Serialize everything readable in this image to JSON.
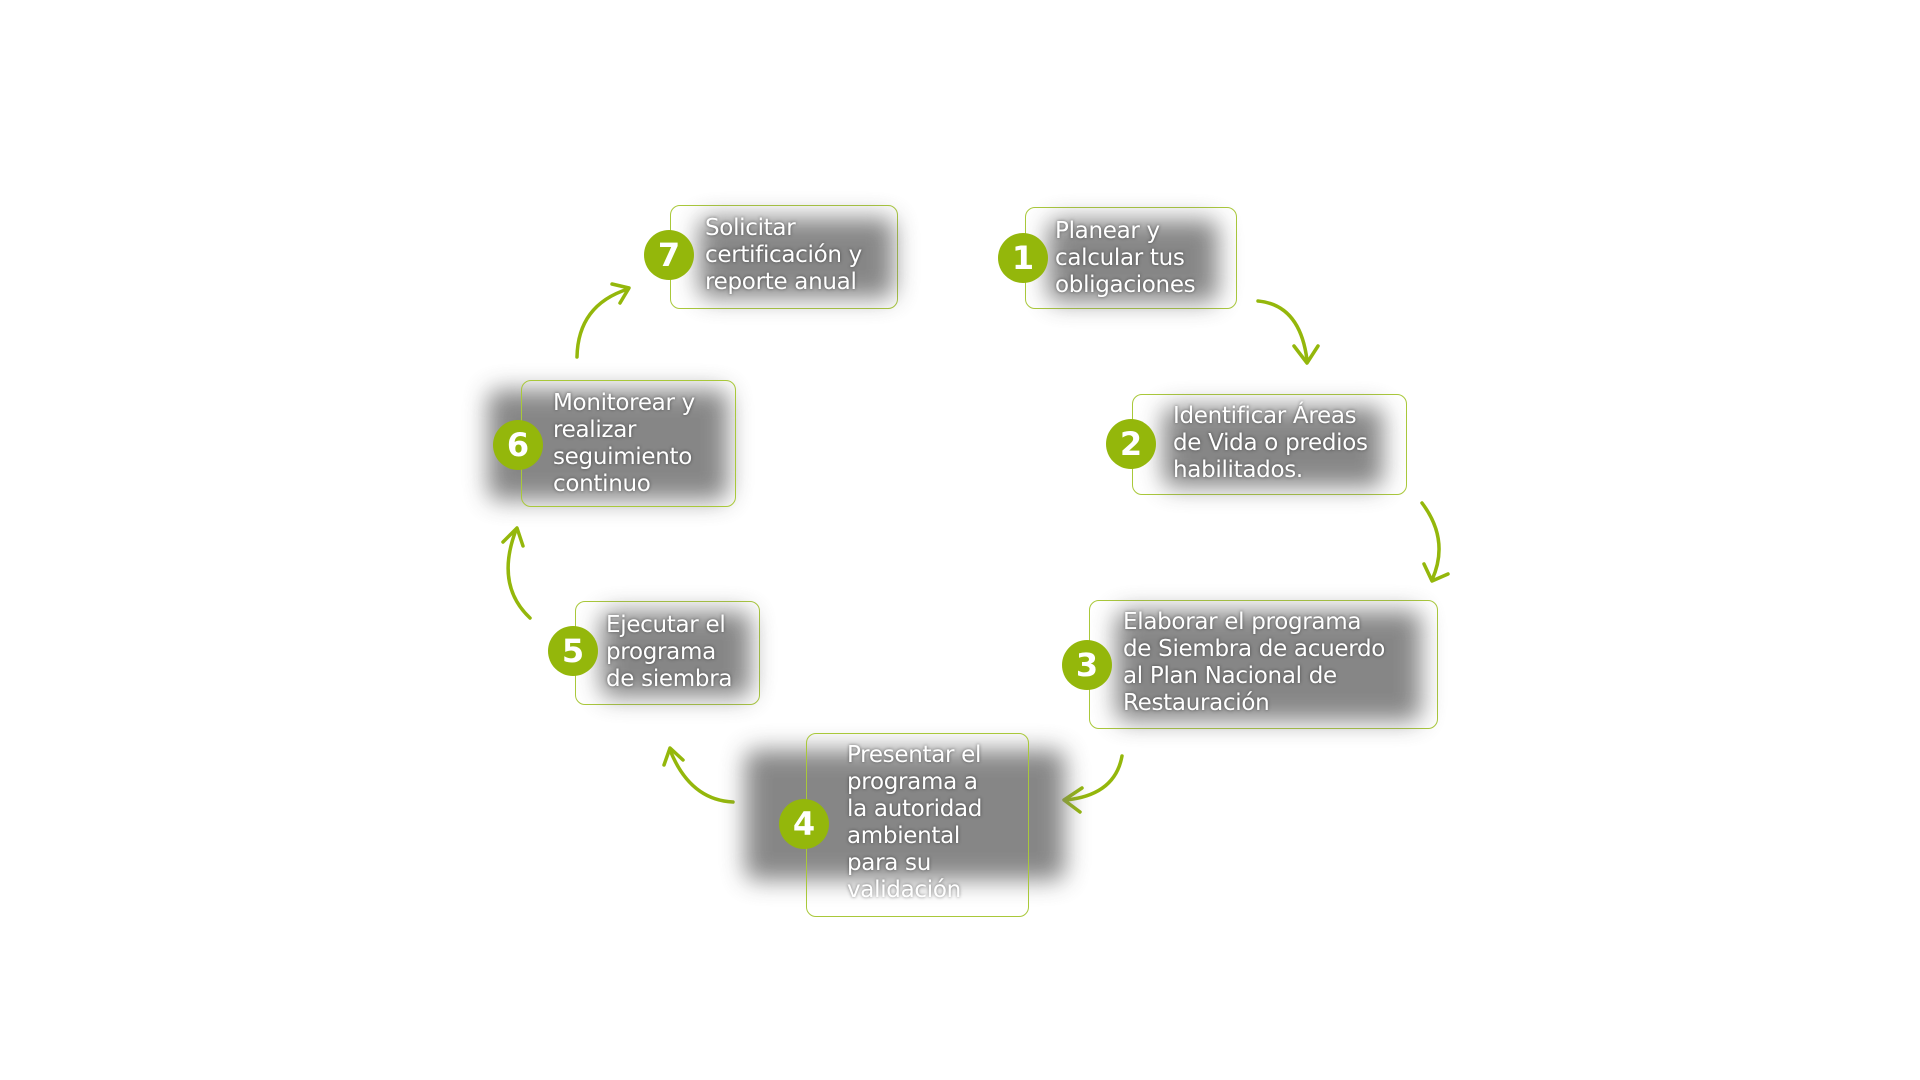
{
  "colors": {
    "accent": "#94b70b",
    "border": "#a9c83a"
  },
  "steps": [
    {
      "number": "1",
      "text": "Planear y\ncalcular tus\nobligaciones"
    },
    {
      "number": "2",
      "text": "Identificar Áreas\nde Vida o predios\nhabilitados."
    },
    {
      "number": "3",
      "text": "Elaborar el programa\nde Siembra de acuerdo\nal Plan Nacional de\nRestauración"
    },
    {
      "number": "4",
      "text": "Presentar el\nprograma a\nla autoridad\nambiental\npara su\nvalidación"
    },
    {
      "number": "5",
      "text": "Ejecutar el\nprograma\nde siembra"
    },
    {
      "number": "6",
      "text": "Monitorear y\nrealizar\nseguimiento\ncontinuo"
    },
    {
      "number": "7",
      "text": "Solicitar\ncertificación y\nreporte anual"
    }
  ]
}
